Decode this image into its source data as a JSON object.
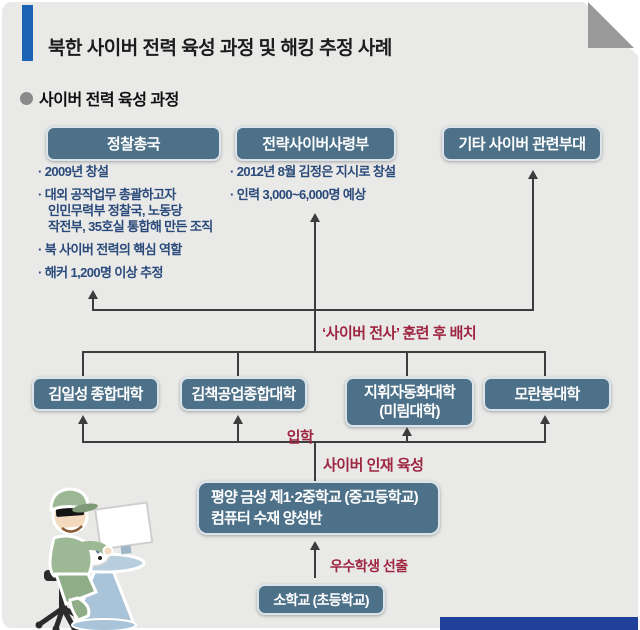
{
  "title": "북한 사이버 전력 육성 과정 및 해킹 추정 사례",
  "section": {
    "label": "사이버 전력 육성 과정"
  },
  "org_boxes": [
    {
      "label": "정찰총국",
      "bullets": [
        "2009년 창설",
        "대외 공작업무 총괄하고자\n인민무력부 정찰국, 노동당\n작전부, 35호실 통합해 만든 조직",
        "북 사이버 전력의 핵심 역할",
        "해커 1,200명 이상 추정"
      ]
    },
    {
      "label": "전략사이버사령부",
      "bullets": [
        "2012년 8월 김정은 지시로 창설",
        "인력 3,000~6,000명 예상"
      ]
    },
    {
      "label": "기타 사이버 관련부대",
      "bullets": []
    }
  ],
  "flow_labels": {
    "deploy": "‘사이버 전사’ 훈련 후 배치",
    "admission": "입학",
    "talent": "사이버 인재 육성",
    "select": "우수학생 선출"
  },
  "universities": [
    {
      "label": "김일성 종합대학"
    },
    {
      "label": "김책공업종합대학"
    },
    {
      "label": "지휘자동화대학\n(미림대학)"
    },
    {
      "label": "모란봉대학"
    }
  ],
  "schools": {
    "middle": "평양 금성 제1·2중학교 (중고등학교)\n컴퓨터 수재 양성반",
    "elementary": "소학교 (초등학교)"
  },
  "colors": {
    "accent_blue": "#1d63b5",
    "card_background": "#e9e9e7",
    "org_box_fill": "#4d7189",
    "bullet_text": "#2a4a7b",
    "flow_label_maroon": "#9e2640",
    "connector_line": "#3c3c3c",
    "bottom_bar_blue": "#20409a",
    "corner_fold_gray": "#9a9a9a"
  }
}
